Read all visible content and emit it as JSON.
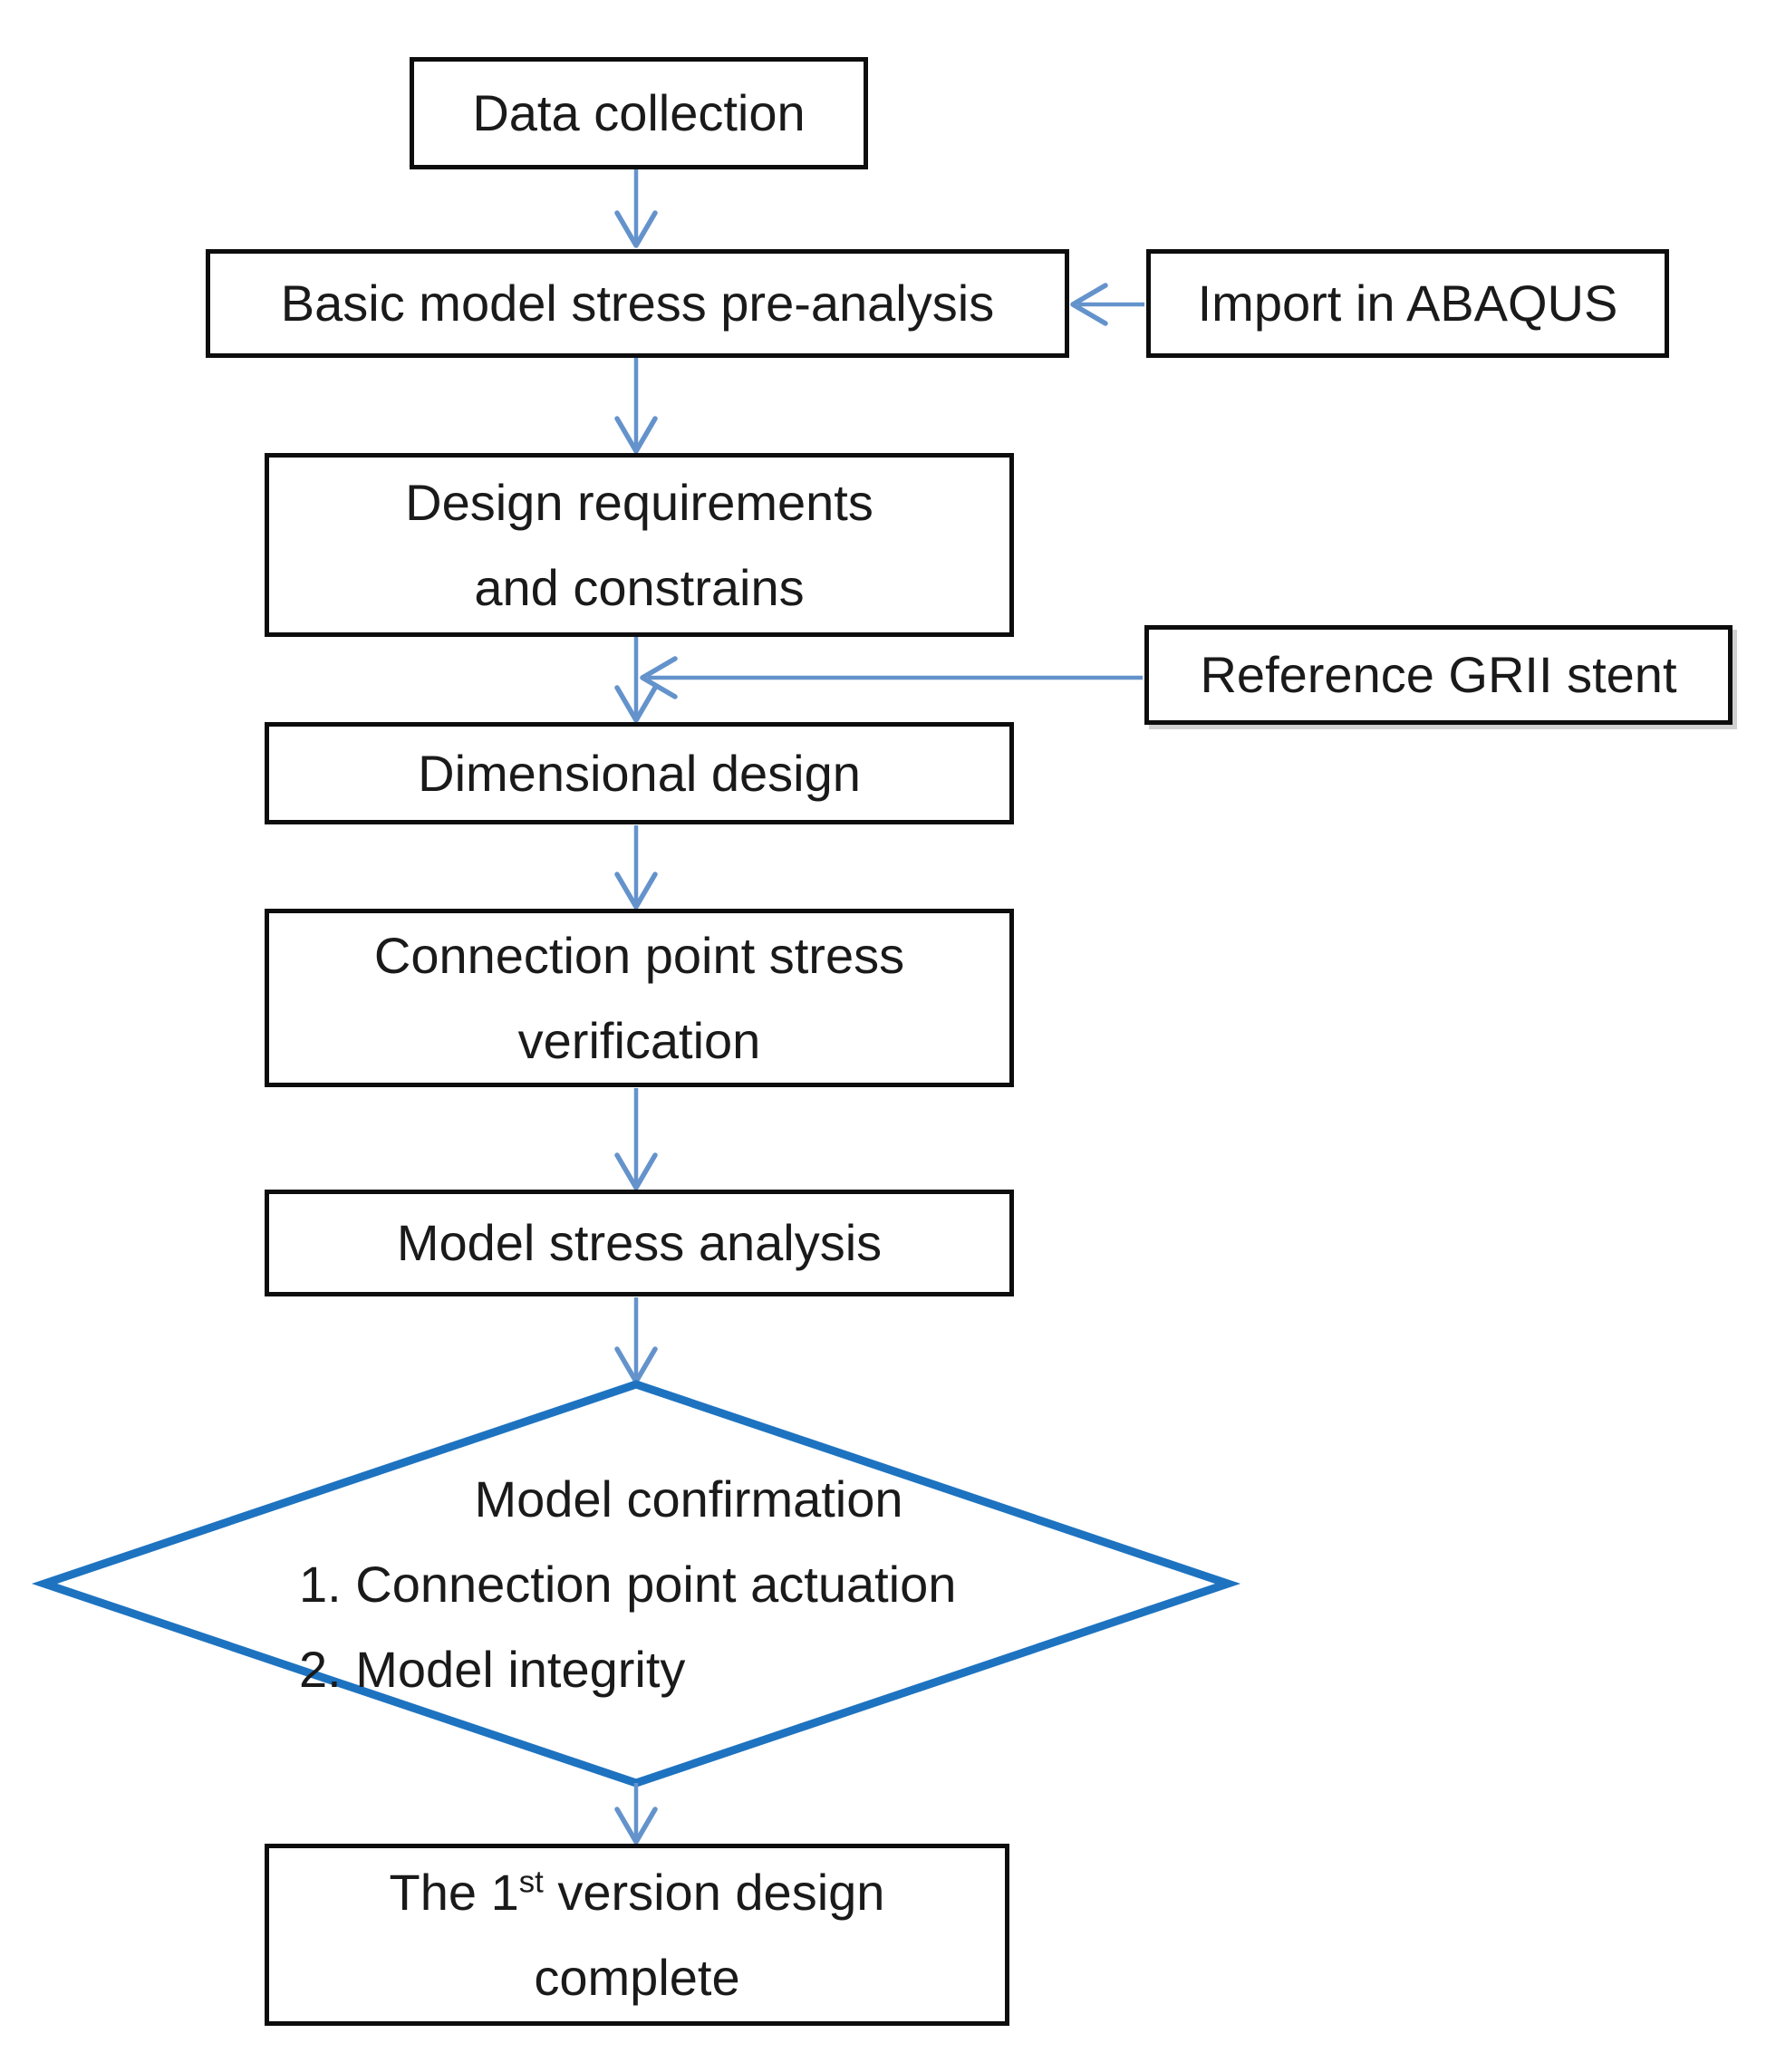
{
  "colors": {
    "connector": "#6493cc",
    "decision_border": "#1e73c0",
    "box_border": "#0d0d0d",
    "text": "#1a1a1a",
    "background": "#ffffff"
  },
  "flowchart": {
    "nodes": {
      "data_collection": {
        "label": "Data collection"
      },
      "basic_model": {
        "label": "Basic model stress pre-analysis"
      },
      "import_abaqus": {
        "label": "Import in ABAQUS"
      },
      "design_requirements": {
        "line1": "Design requirements",
        "line2": "and constrains"
      },
      "reference_grii": {
        "label": "Reference GRII stent"
      },
      "dimensional_design": {
        "label": "Dimensional design"
      },
      "connection_point": {
        "line1": "Connection point stress",
        "line2": "verification"
      },
      "model_stress": {
        "label": "Model stress analysis"
      },
      "model_confirmation": {
        "title": "Model confirmation",
        "item1": "1. Connection point actuation",
        "item2": "2. Model integrity"
      },
      "final": {
        "line1_pre": "The 1",
        "line1_sup": "st",
        "line1_post": " version design",
        "line2": "complete"
      }
    }
  }
}
